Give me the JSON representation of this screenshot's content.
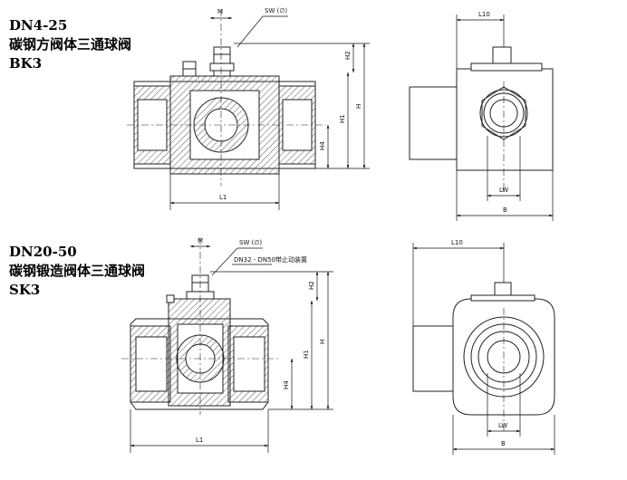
{
  "top": {
    "size_range": "DN4-25",
    "title": "碳钢方阀体三通球阀",
    "model": "BK3",
    "labels": {
      "m": "M",
      "sw": "SW (∅)",
      "h2": "H2",
      "h1": "H1",
      "h": "H",
      "h4": "H4",
      "l1": "L1",
      "l10": "L10",
      "lw": "LW",
      "b": "B"
    }
  },
  "bottom": {
    "size_range": "DN20-50",
    "title": "碳钢锻造阀体三通球阀",
    "model": "SK3",
    "labels": {
      "m": "M",
      "sw": "SW (∅)",
      "note": "DN32 - DN50带止动装置",
      "h2": "H2",
      "h1": "H1",
      "h": "H",
      "h4": "H4",
      "l1": "L1",
      "l10": "L10",
      "lw": "LW",
      "b": "B"
    }
  }
}
